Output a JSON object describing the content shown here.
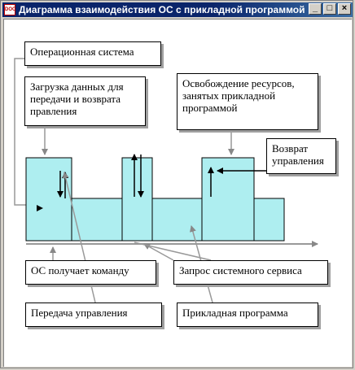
{
  "window": {
    "title": "Диаграмма взаимодействия ОС с прикладной программой",
    "icon_label": "DOC",
    "buttons": [
      "_",
      "□",
      "×"
    ]
  },
  "labels": {
    "os": "Операционная система",
    "load": "Загрузка данных для\nпередачи и возврата\nправления",
    "release": "Освобождение ресурсов,\nзанятых прикладной\nпрограммой",
    "return": "Возврат\nуправления",
    "os_command": "ОС получает команду",
    "service_request": "Запрос системного сервиса",
    "transfer": "Передача управления",
    "app_program": "Прикладная программа"
  },
  "colors": {
    "block_fill": "#aeeef0",
    "title_bar": "#0a246a"
  }
}
